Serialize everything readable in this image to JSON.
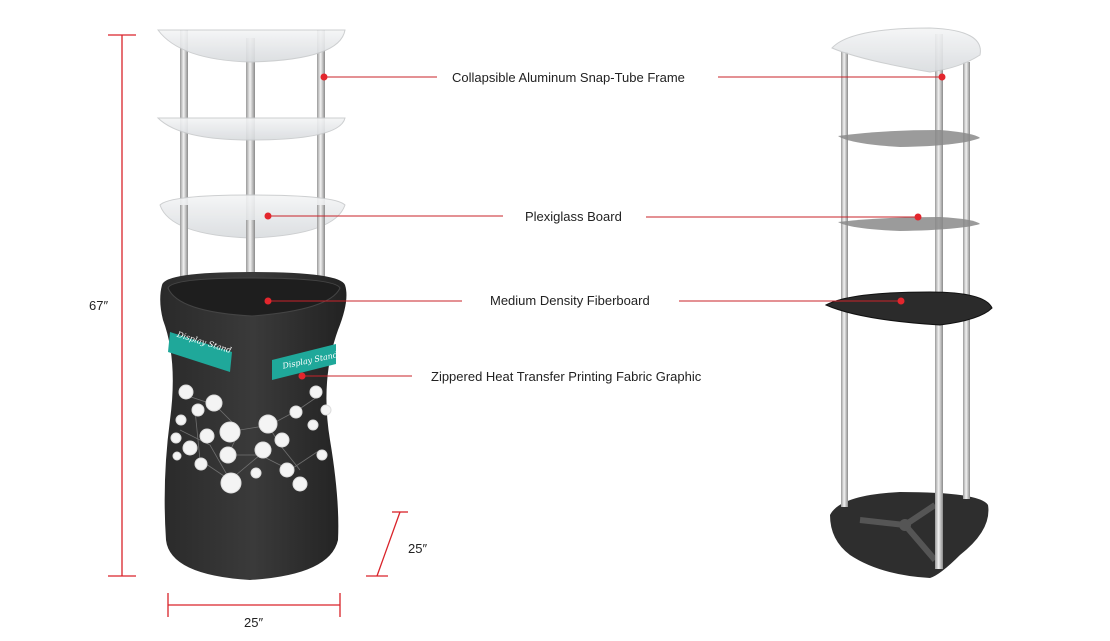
{
  "callouts": {
    "frame": "Collapsible Aluminum Snap-Tube Frame",
    "plexiglass": "Plexiglass Board",
    "fiberboard": "Medium Density Fiberboard",
    "fabric": "Zippered Heat Transfer Printing Fabric Graphic"
  },
  "dimensions": {
    "height": "67″",
    "width": "25″",
    "depth": "25″"
  },
  "graphic": {
    "banner_text": "Display Stand"
  },
  "colors": {
    "dimension_line": "#d9232a",
    "callout_dot": "#e3262d",
    "callout_line": "#c8232a",
    "cabinet": "#2b2b2b",
    "banner": "#1fa89a"
  }
}
